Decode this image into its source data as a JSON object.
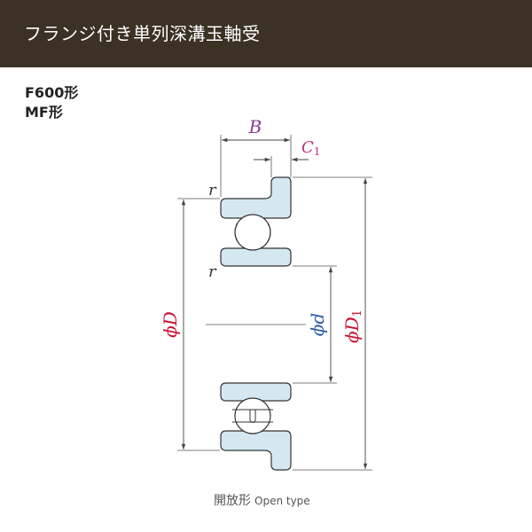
{
  "header": {
    "title": "フランジ付き単列深溝玉軸受"
  },
  "types": [
    "F600形",
    "MF形"
  ],
  "labels": {
    "width": "B",
    "flange_width": "C",
    "flange_width_sub": "1",
    "chamfer_top": "r",
    "chamfer_mid": "r",
    "outer_diameter": "ϕD",
    "bore_diameter": "ϕd",
    "flange_diameter": "ϕD",
    "flange_diameter_sub": "1"
  },
  "caption": {
    "jp": "開放形",
    "en": "Open type"
  },
  "colors": {
    "header_bg": "#3b3124",
    "ring_fill": "#d5e8f2",
    "outline": "#333333",
    "dim_purple": "#8b3a8f",
    "dim_magenta": "#c0307a",
    "dim_red": "#c8102e",
    "dim_blue": "#2b5ba8"
  }
}
